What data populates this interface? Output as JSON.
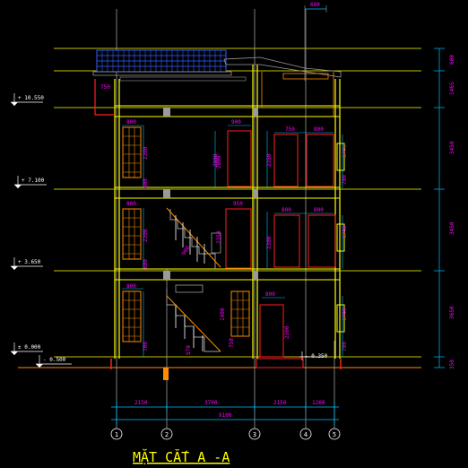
{
  "drawing": {
    "title": "MẶT CẮT A -A",
    "colors": {
      "background": "#000000",
      "yellow": "#ffff00",
      "orange": "#ff8c00",
      "red": "#ff2020",
      "cyan": "#00bfff",
      "magenta": "#ff00ff",
      "white": "#ffffff",
      "grey": "#9a9a9a",
      "green": "#00ff00",
      "blue": "#3060ff"
    }
  },
  "levels": [
    {
      "label": "+ 10.550"
    },
    {
      "label": "+ 7.100"
    },
    {
      "label": "+ 3.650"
    },
    {
      "label": "± 0.000"
    },
    {
      "label": "- 0.500"
    },
    {
      "label": "- 0.350"
    }
  ],
  "dims_right": [
    "600",
    "1465",
    "3450",
    "3450",
    "3650",
    "350"
  ],
  "dims_bottom": [
    "2150",
    "3700",
    "2150",
    "1260"
  ],
  "dim_total": "9100",
  "dim_top": "600",
  "axes": [
    "1",
    "2",
    "3",
    "4",
    "5"
  ],
  "dims_inner": [
    "750",
    "800",
    "900",
    "750",
    "800",
    "2300",
    "2800",
    "2350",
    "1740",
    "700",
    "600",
    "950",
    "800",
    "900",
    "800",
    "800",
    "2300",
    "2300",
    "2350",
    "1740",
    "600",
    "1900",
    "800",
    "2300",
    "1740",
    "700",
    "700",
    "750",
    "570",
    "800",
    "2800"
  ]
}
